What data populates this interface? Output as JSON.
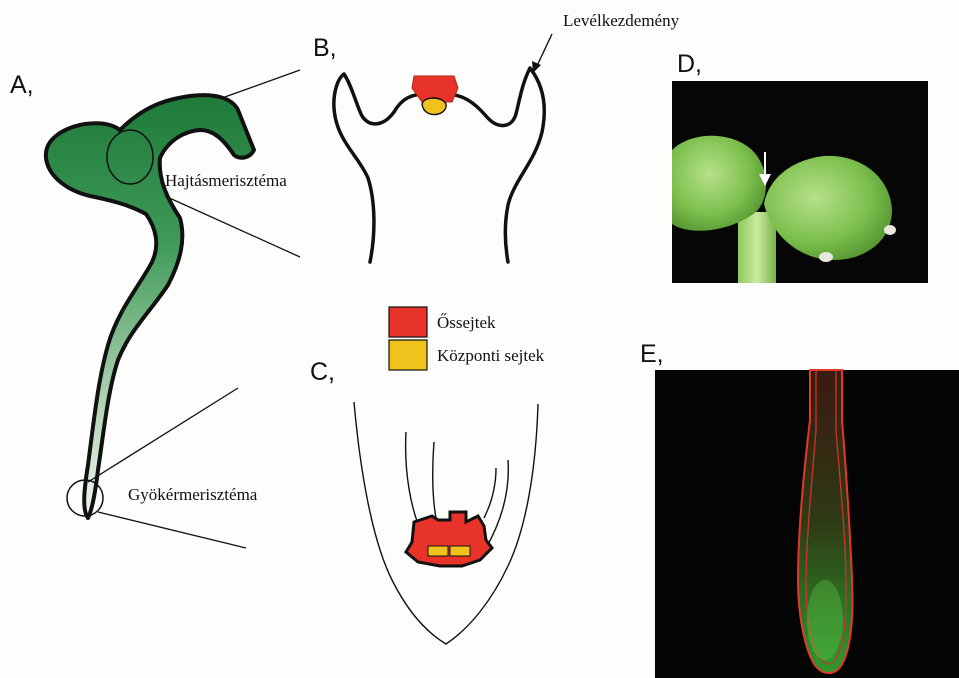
{
  "panels": {
    "a": {
      "letter": "A,",
      "shoot_label": "Hajtásmerisztéma",
      "root_label": "Gyökérmerisztéma"
    },
    "b": {
      "letter": "B,",
      "primordium_label": "Levélkezdemény"
    },
    "c": {
      "letter": "C,"
    },
    "d": {
      "letter": "D,"
    },
    "e": {
      "letter": "E,"
    }
  },
  "legend": {
    "items": [
      {
        "label": "Őssejtek",
        "color": "#e8332a"
      },
      {
        "label": "Központi sejtek",
        "color": "#f0c21c"
      }
    ]
  },
  "colors": {
    "seedling_dark": "#1f7a3a",
    "seedling_light": "#e6f0e6",
    "stem_cells": "#e8332a",
    "central_cells": "#f0c21c",
    "photo_background": "#050505",
    "root_outline": "#e03a2a",
    "root_fluorescence": "#3aa33a"
  }
}
